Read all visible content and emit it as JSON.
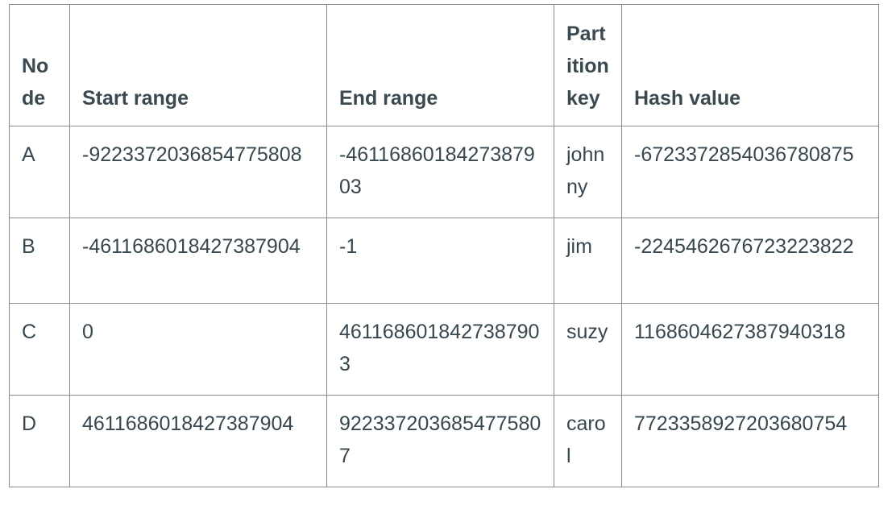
{
  "table": {
    "headers": [
      "Node",
      "Start range",
      "End range",
      "Partition key",
      "Hash value"
    ],
    "rows": [
      {
        "node": "A",
        "start": "-9223372036854775808",
        "end": "-4611686018427387903",
        "key": "johnny",
        "hash": "-6723372854036780875"
      },
      {
        "node": "B",
        "start": "-4611686018427387904",
        "end": "-1",
        "key": "jim",
        "hash": "-2245462676723223822"
      },
      {
        "node": "C",
        "start": "0",
        "end": "4611686018427387903",
        "key": "suzy",
        "hash": "1168604627387940318"
      },
      {
        "node": "D",
        "start": "4611686018427387904",
        "end": "9223372036854775807",
        "key": "carol",
        "hash": "7723358927203680754"
      }
    ]
  }
}
